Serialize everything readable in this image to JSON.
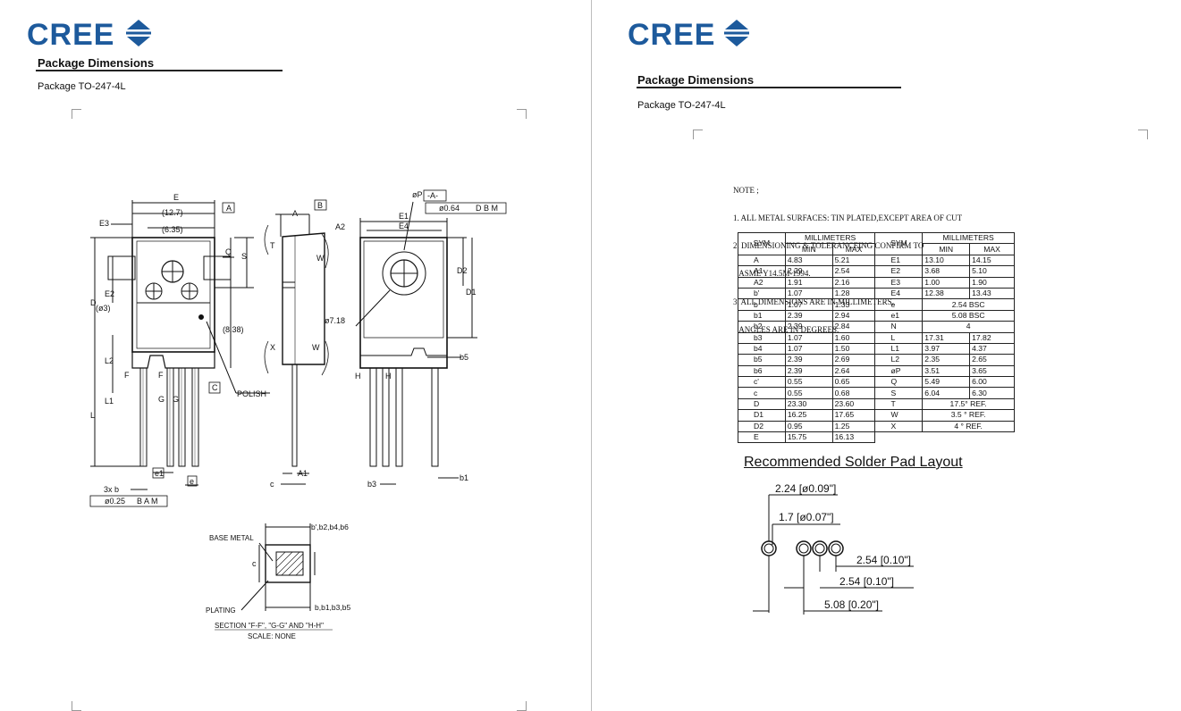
{
  "left_page": {
    "logo": "CREE",
    "heading": "Package Dimensions",
    "package": "Package TO-247-4L",
    "drawing_labels": {
      "E": "E",
      "p127": "(12.7)",
      "p635": "(6.35)",
      "E3": "E3",
      "Abox": "A",
      "Bbox": "B",
      "A": "A",
      "A2": "A2",
      "S": "S",
      "Q": "Q",
      "D": "D",
      "E2": "E2",
      "phi3": "(ø3)",
      "p838": "(8.38)",
      "L2": "L2",
      "L1": "L1",
      "L": "L",
      "F": "F",
      "G": "G",
      "C": "C",
      "polish": "POLISH",
      "T": "T",
      "W": "W",
      "X": "X",
      "phiP": "øP",
      "Abrk": "-A-",
      "tol1": "ø0.64",
      "tol1_refs": "D B M",
      "E1": "E1",
      "E4": "E4",
      "D2": "D2",
      "D1": "D1",
      "phi718": "ø7.18",
      "H": "H",
      "b5": "b5",
      "b1": "b1",
      "b3": "b3",
      "c": "c",
      "A1": "A1",
      "e1": "e1",
      "e": "e",
      "bx3": "3x  b",
      "tol2": "ø0.25",
      "tol2_refs": "B A M",
      "base_metal": "BASE METAL",
      "plating": "PLATING",
      "bprime": "b',b2,b4,b6",
      "bseries": "b,b1,b3,b5",
      "section": "SECTION \"F-F\", \"G-G\" AND \"H-H\"",
      "scale": "SCALE: NONE"
    }
  },
  "right_page": {
    "logo": "CREE",
    "heading": "Package Dimensions",
    "package": "Package TO-247-4L",
    "notes": [
      "NOTE ;",
      "1. ALL METAL SURFACES: TIN PLATED,EXCEPT AREA OF CUT",
      "2. DIMENSIONING & TOLERANCEING CONFIRM TO",
      "   ASME Y14.5M-1994.",
      "3. ALL DIMENSIONS ARE IN MILLIMETERS.",
      "   ANGLES ARE IN DEGREES."
    ],
    "table": {
      "sym_header": "SYM",
      "group_header": "MILLIMETERS",
      "min_header": "MIN",
      "max_header": "MAX",
      "left_rows": [
        [
          "A",
          "4.83",
          "5.21"
        ],
        [
          "A1",
          "2.29",
          "2.54"
        ],
        [
          "A2",
          "1.91",
          "2.16"
        ],
        [
          "b'",
          "1.07",
          "1.28"
        ],
        [
          "b",
          "1.07",
          "1.33"
        ],
        [
          "b1",
          "2.39",
          "2.94"
        ],
        [
          "b2",
          "2.39",
          "2.84"
        ],
        [
          "b3",
          "1.07",
          "1.60"
        ],
        [
          "b4",
          "1.07",
          "1.50"
        ],
        [
          "b5",
          "2.39",
          "2.69"
        ],
        [
          "b6",
          "2.39",
          "2.64"
        ],
        [
          "c'",
          "0.55",
          "0.65"
        ],
        [
          "c",
          "0.55",
          "0.68"
        ],
        [
          "D",
          "23.30",
          "23.60"
        ],
        [
          "D1",
          "16.25",
          "17.65"
        ],
        [
          "D2",
          "0.95",
          "1.25"
        ],
        [
          "E",
          "15.75",
          "16.13"
        ]
      ],
      "right_rows": [
        [
          "E1",
          "13.10",
          "14.15"
        ],
        [
          "E2",
          "3.68",
          "5.10"
        ],
        [
          "E3",
          "1.00",
          "1.90"
        ],
        [
          "E4",
          "12.38",
          "13.43"
        ],
        [
          "e",
          "2.54 BSC",
          ""
        ],
        [
          "e1",
          "5.08 BSC",
          ""
        ],
        [
          "N",
          "4",
          ""
        ],
        [
          "L",
          "17.31",
          "17.82"
        ],
        [
          "L1",
          "3.97",
          "4.37"
        ],
        [
          "L2",
          "2.35",
          "2.65"
        ],
        [
          "øP",
          "3.51",
          "3.65"
        ],
        [
          "Q",
          "5.49",
          "6.00"
        ],
        [
          "S",
          "6.04",
          "6.30"
        ],
        [
          "T",
          "17.5° REF.",
          ""
        ],
        [
          "W",
          "3.5 ° REF.",
          ""
        ],
        [
          "X",
          "4 °   REF.",
          ""
        ]
      ]
    },
    "solder_title": "Recommended Solder Pad Layout",
    "solder_labels": {
      "d1": "2.24 [ø0.09\"]",
      "d2": "1.7 [ø0.07\"]",
      "p1": "2.54 [0.10\"]",
      "p2": "2.54 [0.10\"]",
      "p3": "5.08 [0.20\"]"
    }
  },
  "colors": {
    "brand_blue": "#1d5a9c",
    "line": "#111111"
  }
}
